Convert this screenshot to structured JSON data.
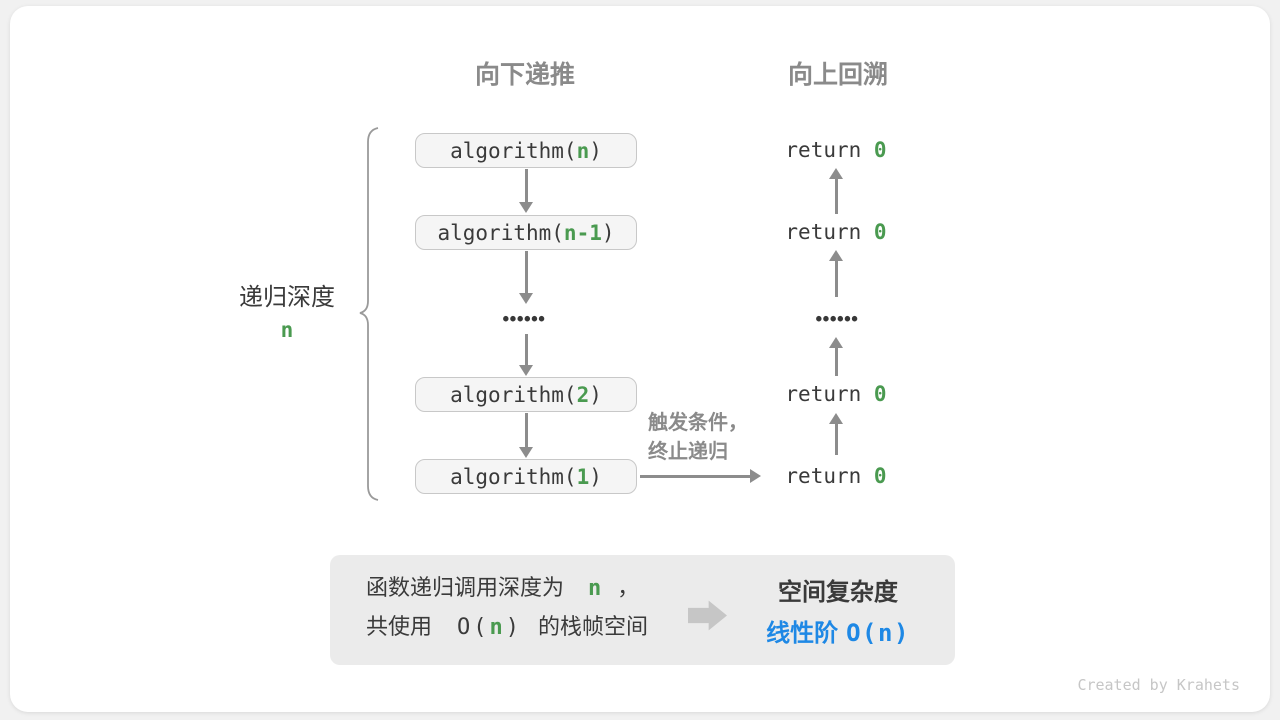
{
  "colors": {
    "green": "#4a9a50",
    "blue": "#1e88e5",
    "gray": "#8a8a8a"
  },
  "headers": {
    "down": "向下递推",
    "up": "向上回溯"
  },
  "depth": {
    "label": "递归深度",
    "value": "n"
  },
  "stack": {
    "boxes": [
      {
        "prefix": "algorithm(",
        "value": "n",
        "suffix": ")"
      },
      {
        "prefix": "algorithm(",
        "value": "n-1",
        "suffix": ")"
      },
      {
        "prefix": "algorithm(",
        "value": "2",
        "suffix": ")"
      },
      {
        "prefix": "algorithm(",
        "value": "1",
        "suffix": ")"
      }
    ],
    "ellipsis": "••••••"
  },
  "returns": {
    "items": [
      {
        "prefix": "return ",
        "value": "0"
      },
      {
        "prefix": "return ",
        "value": "0"
      },
      {
        "prefix": "return ",
        "value": "0"
      },
      {
        "prefix": "return ",
        "value": "0"
      }
    ],
    "ellipsis": "••••••"
  },
  "trigger": {
    "line1": "触发条件，",
    "line2": "终止递归"
  },
  "summary": {
    "line1": {
      "pre": "函数递归调用深度为",
      "value": "n",
      "post": "，"
    },
    "line2": {
      "pre": "共使用",
      "open": "O(",
      "value": "n",
      "close": ")",
      "post": "的栈帧空间"
    }
  },
  "complexity": {
    "title": "空间复杂度",
    "label": "线性阶",
    "open": "O(",
    "value": "n",
    "close": ")"
  },
  "watermark": "Created by Krahets"
}
